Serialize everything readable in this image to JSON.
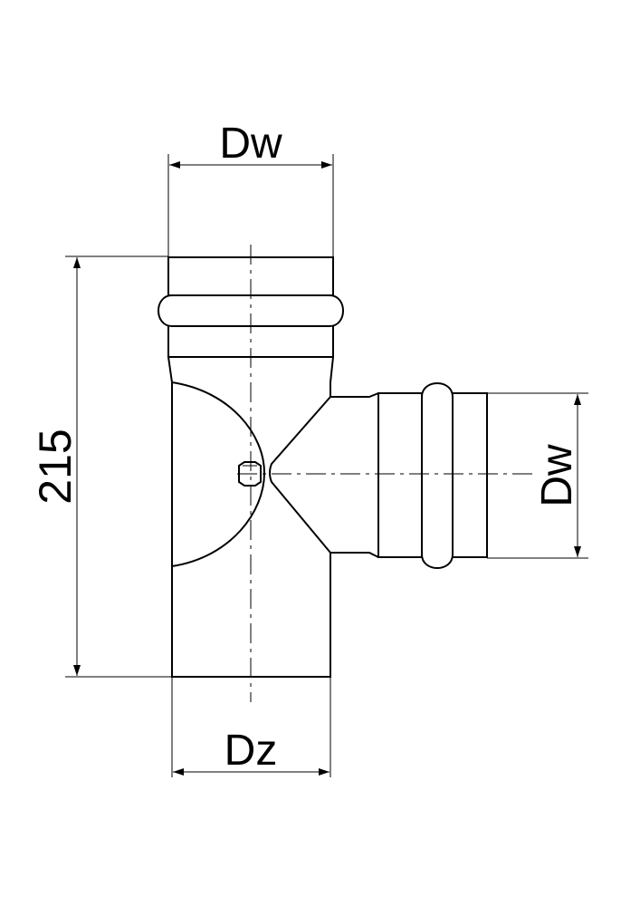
{
  "labels": {
    "top_dimension": "Dw",
    "right_dimension": "Dw",
    "bottom_dimension": "Dz",
    "height_dimension": "215"
  }
}
